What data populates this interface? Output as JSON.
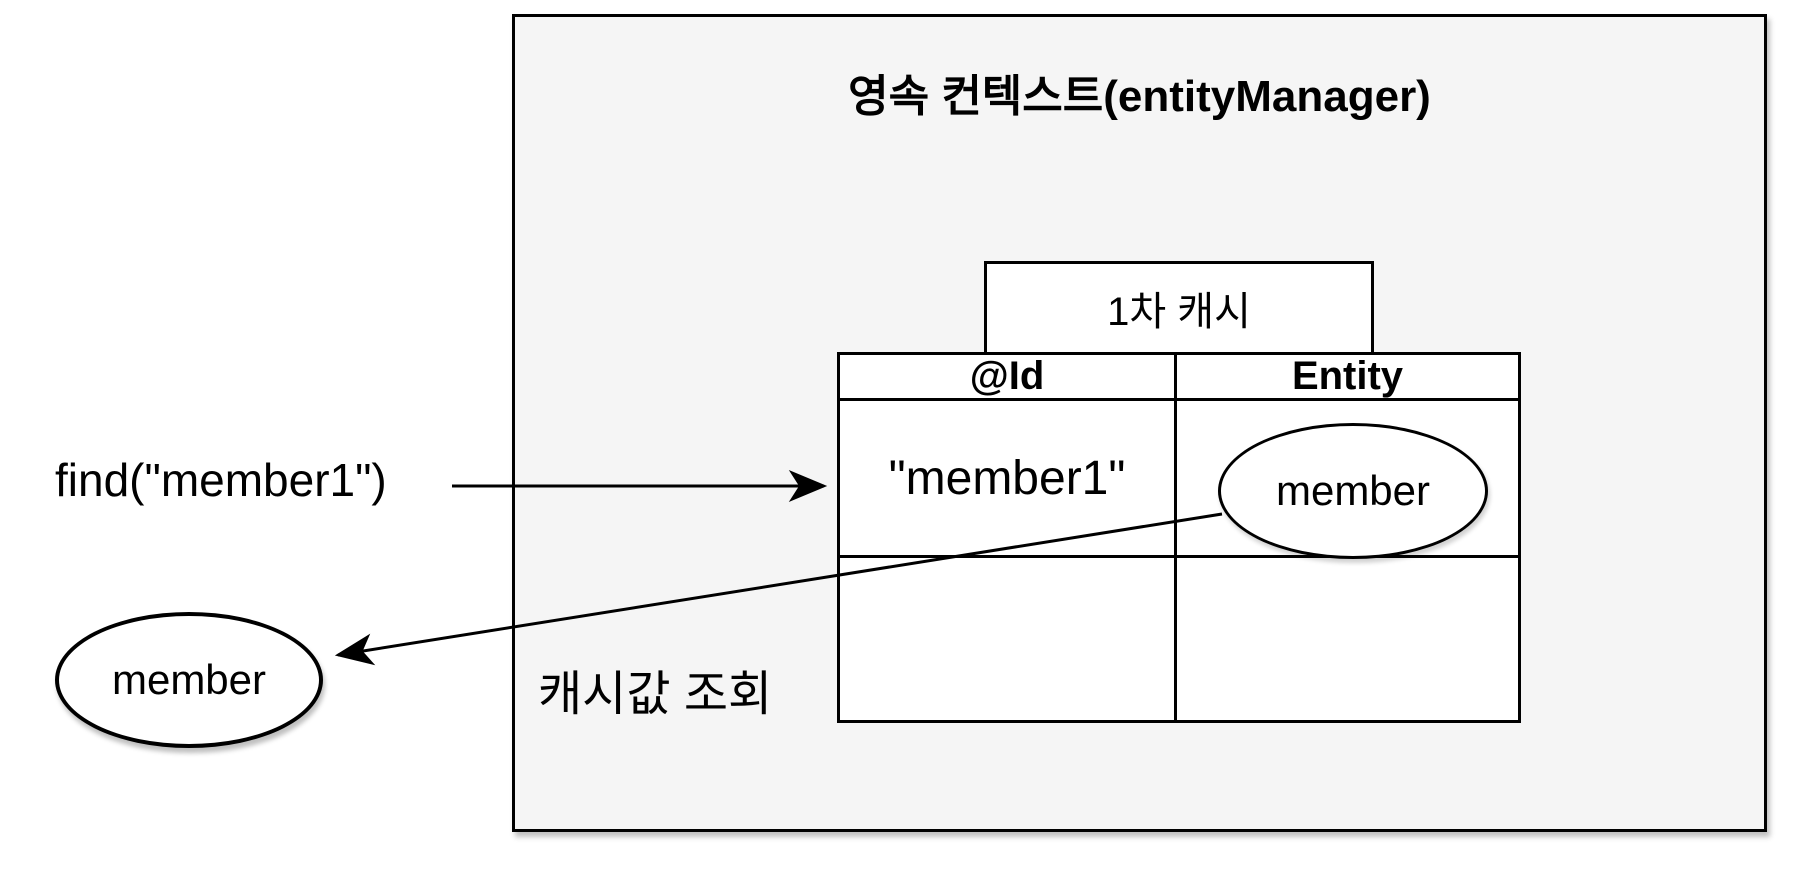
{
  "diagram": {
    "title": "영속 컨텍스트(entityManager)",
    "cache_box_label": "1차 캐시",
    "find_label": "find(\"member1\")",
    "cache_lookup_label": "캐시값 조회",
    "result_entity_label": "member",
    "table": {
      "headers": [
        "@Id",
        "Entity"
      ],
      "rows": [
        {
          "id": "\"member1\"",
          "entity": "member"
        },
        {
          "id": "",
          "entity": ""
        }
      ]
    },
    "colors": {
      "context_box_fill": "#f5f5f5",
      "cell_fill": "#ffffff",
      "line": "#000000"
    }
  }
}
